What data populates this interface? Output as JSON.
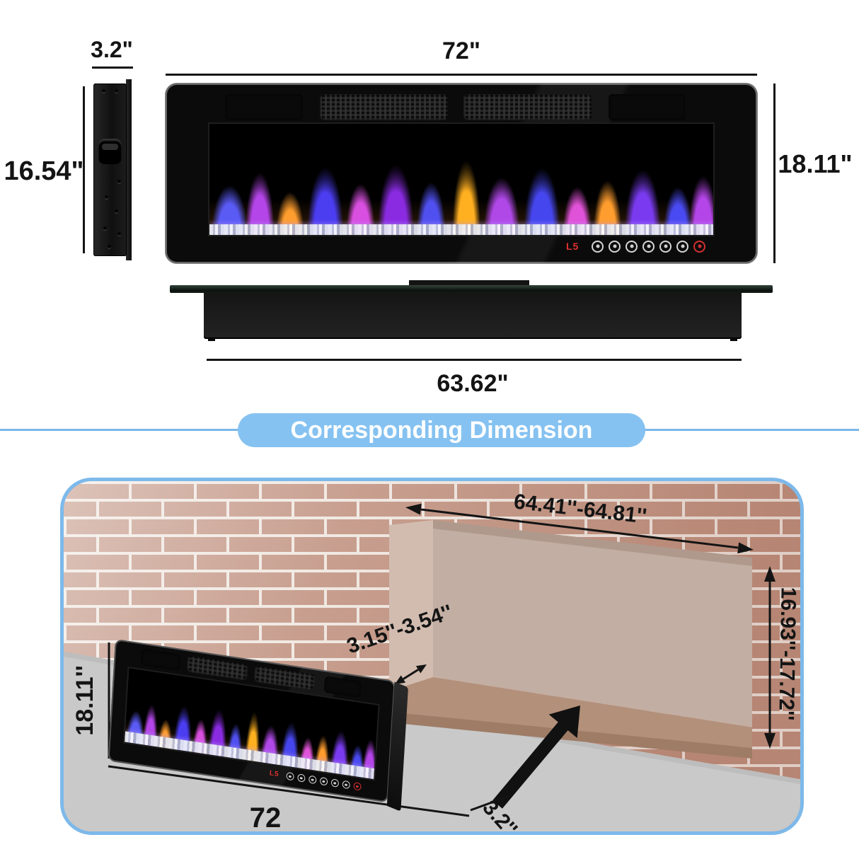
{
  "side_view": {
    "width": "3.2\"",
    "height": "16.54\""
  },
  "front_view": {
    "width": "72\"",
    "height": "18.11\"",
    "display": "L5"
  },
  "back_view": {
    "width": "63.62\""
  },
  "banner": {
    "title": "Corresponding Dimension"
  },
  "niche": {
    "width": "64.41''-64.81''",
    "depth": "3.15''-3.54''",
    "height": "16.93''-17.72''"
  },
  "placed_unit": {
    "height": "18.11''",
    "width": "72",
    "depth": "3.2''",
    "display": "L5"
  },
  "colors": {
    "accent_blue": "#85c2f1",
    "line_blue": "#7cb7e9",
    "panel_border": "#7db9ea",
    "brick": "#c0917f",
    "mortar": "#efe6df",
    "floor_gray": "#c9c9c9",
    "niche_back": "#c3aea3",
    "display_red": "#e03030"
  }
}
